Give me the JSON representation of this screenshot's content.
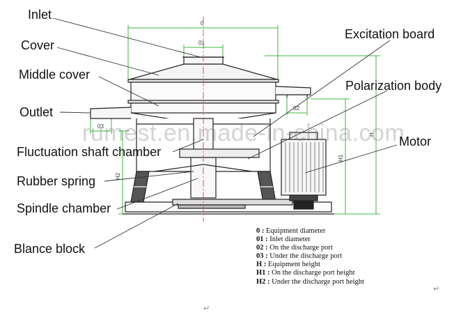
{
  "labels": {
    "inlet": "Inlet",
    "cover": "Cover",
    "middle_cover": "Middle cover",
    "outlet": "Outlet",
    "fluctuation_shaft_chamber": "Fluctuation shaft chamber",
    "rubber_spring": "Rubber spring",
    "spindle_chamber": "Spindle chamber",
    "blance_block": "Blance block",
    "excitation_board": "Excitation board",
    "polarization_body": "Polarization body",
    "motor": "Motor"
  },
  "dimensions": {
    "equipment_diameter": "0",
    "inlet_diameter": "01",
    "on_discharge_port": "02",
    "under_discharge_port": "03",
    "equipment_height": "H",
    "on_port_height": "H1",
    "under_port_height": "H2"
  },
  "legend": [
    {
      "code": "0 :",
      "text": "Equipment diameter"
    },
    {
      "code": "01 :",
      "text": "Inlet diameter"
    },
    {
      "code": "02 :",
      "text": "On the discharge port"
    },
    {
      "code": "03 :",
      "text": "Under the discharge port"
    },
    {
      "code": "H :",
      "text": "Equipment height"
    },
    {
      "code": "H1 :",
      "text": "On the discharge port height"
    },
    {
      "code": "H2 :",
      "text": "Under the discharge port height"
    }
  ],
  "watermark": "rumest.en.made-in-china.com",
  "marks": {
    "return_symbol": "↵"
  },
  "colors": {
    "dimension_line": "#3cb83c",
    "center_line": "#e05050",
    "leader_line": "#333333",
    "machine_line": "#222222"
  }
}
